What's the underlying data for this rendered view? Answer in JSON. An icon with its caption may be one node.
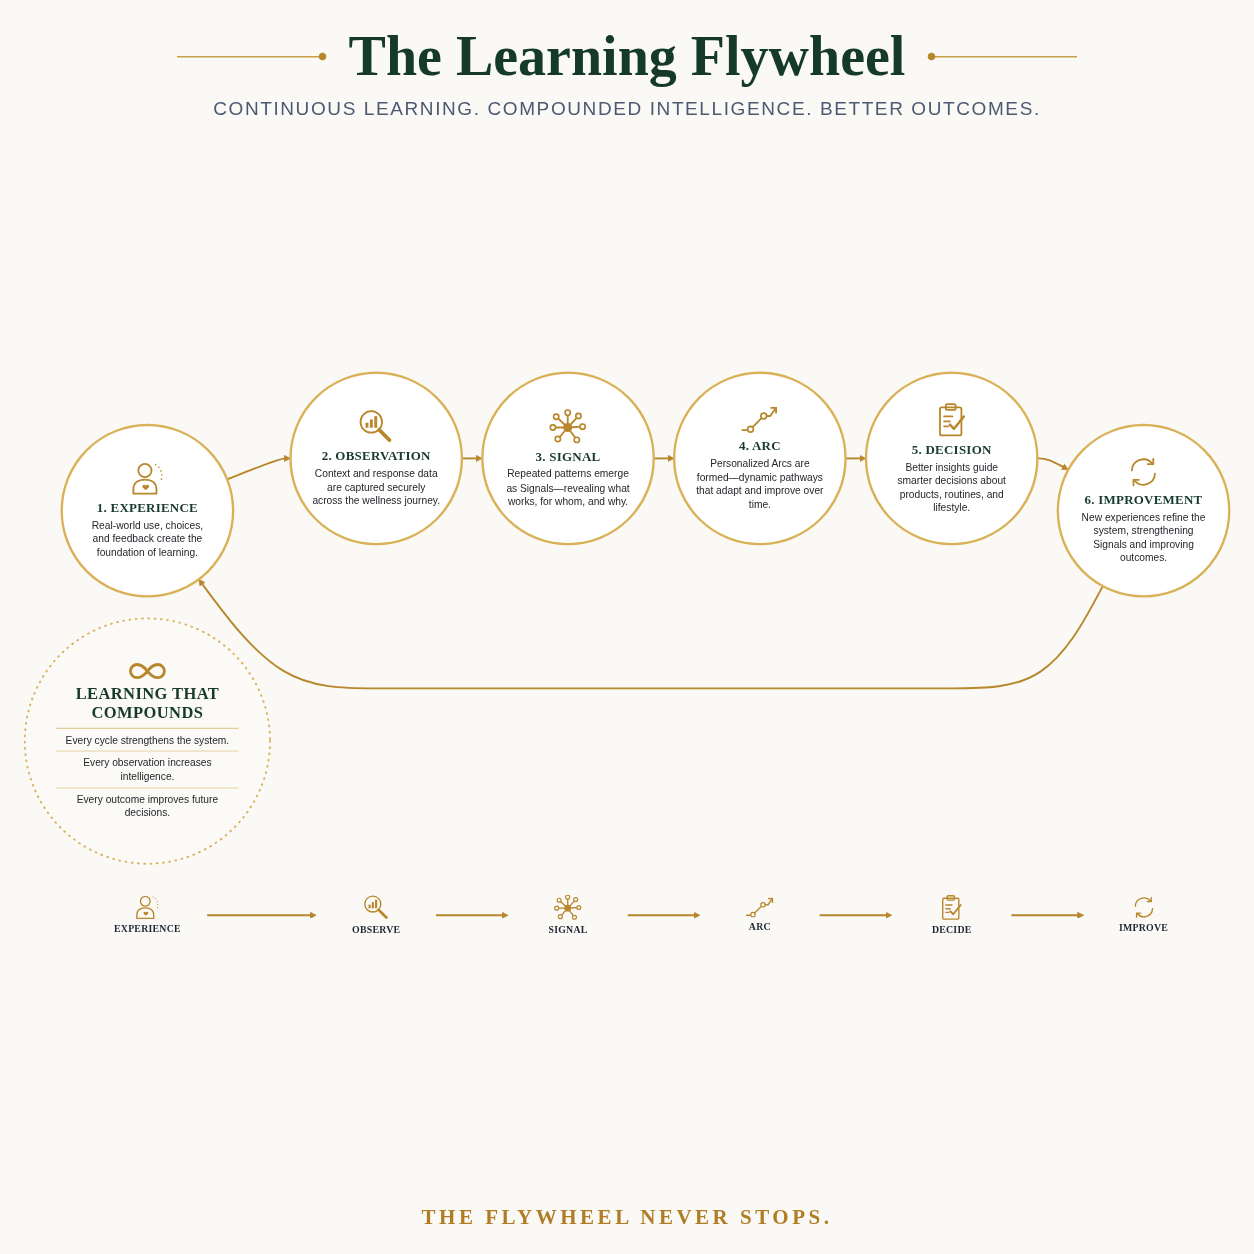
{
  "diagram": {
    "title": "The Learning Flywheel",
    "caption": "THE FLYWHEEL NEVER STOPS.",
    "nodes": [
      {
        "text": [
          "1. EXPERIENCE",
          "Real-world use, choices, and feedback create the foundation of learning."
        ]
      },
      {
        "text": [
          "2. OBSERVATION",
          "Context and response data are captured securely across the wellness journey."
        ]
      },
      {
        "text": [
          "3. SIGNAL",
          "Repeated patterns emerge as Signals—revealing what works, for whom, and why."
        ]
      },
      {
        "text": [
          "4. ARC",
          "Personalized Arcs are formed—dynamic pathways that adapt and improve over time."
        ]
      },
      {
        "text": [
          "5. DECISION",
          "Better insights guide smarter decisions about products, routines, and lifestyle."
        ]
      },
      {
        "text": [
          "6. IMPROVEMENT",
          "New experiences refine the system, strengthening Signals and improving outcomes."
        ]
      },
      {
        "text": [
          "LEARNING THAT COMPOUNDS",
          "Every cycle strengthens the system.",
          "Every observation increases intelligence.",
          "Every outcome improves future decisions."
        ]
      },
      {
        "text": [
          "EXPERIENCE"
        ]
      },
      {
        "text": [
          "OBSERVE"
        ]
      },
      {
        "text": [
          "SIGNAL"
        ]
      },
      {
        "text": [
          "ARC"
        ]
      },
      {
        "text": [
          "DECIDE"
        ]
      },
      {
        "text": [
          "IMPROVE"
        ]
      }
    ],
    "edges": [
      {
        "from": 0,
        "to": 1,
        "arrow": "to"
      },
      {
        "from": 1,
        "to": 2,
        "arrow": "to"
      },
      {
        "from": 2,
        "to": 3,
        "arrow": "to"
      },
      {
        "from": 3,
        "to": 4,
        "arrow": "to"
      },
      {
        "from": 4,
        "to": 5,
        "arrow": "to"
      },
      {
        "from": 5,
        "to": 0,
        "arrow": "to"
      },
      {
        "from": 7,
        "to": 8,
        "arrow": "to"
      },
      {
        "from": 8,
        "to": 9,
        "arrow": "to"
      },
      {
        "from": 9,
        "to": 10,
        "arrow": "to"
      },
      {
        "from": 10,
        "to": 11,
        "arrow": "to"
      },
      {
        "from": 11,
        "to": 12,
        "arrow": "to"
      }
    ],
    "labels": [
      "CONTINUOUS LEARNING. COMPOUNDED INTELLIGENCE. BETTER OUTCOMES."
    ]
  }
}
